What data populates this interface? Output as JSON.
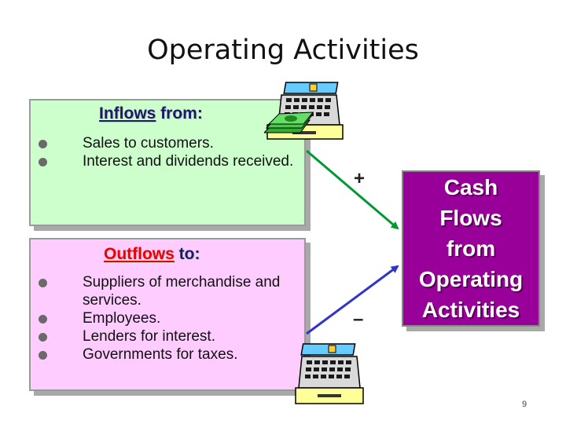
{
  "title": "Operating Activities",
  "inflows": {
    "heading_word": "Inflows",
    "heading_rest": " from:",
    "items": [
      "Sales to customers.",
      "Interest and dividends received."
    ]
  },
  "outflows": {
    "heading_word": "Outflows",
    "heading_rest": " to:",
    "items": [
      "Suppliers of merchandise and services.",
      "Employees.",
      "Lenders for interest.",
      "Governments for taxes."
    ]
  },
  "signs": {
    "plus": "+",
    "minus": "–"
  },
  "result": "Cash\nFlows\nfrom\nOperating\nActivities",
  "page_number": "9",
  "icons": [
    "cash-register-icon",
    "money-stack-icon",
    "bullet-icon"
  ],
  "colors": {
    "inflow_bg": "#ccffcc",
    "outflow_bg": "#ffccff",
    "result_bg": "#990099",
    "inflow_arrow": "#009933",
    "outflow_arrow": "#3333cc"
  }
}
